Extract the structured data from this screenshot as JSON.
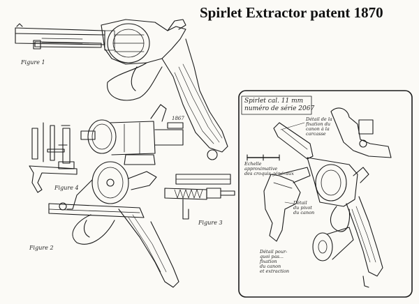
{
  "title": "Spirlet Extractor patent 1870",
  "figures": {
    "figure1": "Figure 1",
    "figure4": "Figure 4",
    "figure2": "Figure 2",
    "figure3": "Figure 3"
  },
  "inset": {
    "heading_line1": "Spirlet cal. 11 mm",
    "heading_line2": "numéro de série 2067",
    "note_frame": "Détail de la\nfixation du\ncanon à la\ncarcasse",
    "note_scale": "Echelle\napproximative\ndes croquis généraux",
    "note_pivot": "Détail\ndu pivot\ndu canon",
    "note_ejector": "Détail pour-\nquoi pas...\nfixation\ndu canon\net extraction"
  }
}
